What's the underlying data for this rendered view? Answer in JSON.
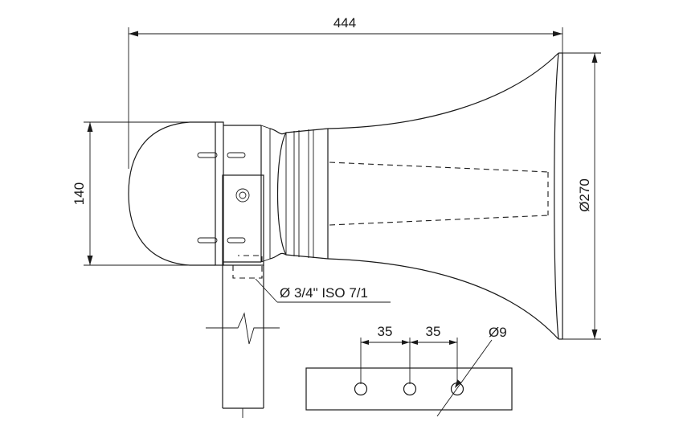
{
  "dimensions": {
    "overall_length": "444",
    "back_height": "140",
    "horn_diameter": "Ø270",
    "thread": "Ø 3/4\" ISO 7/1",
    "hole_spacing_1": "35",
    "hole_spacing_2": "35",
    "hole_diameter": "Ø9"
  }
}
